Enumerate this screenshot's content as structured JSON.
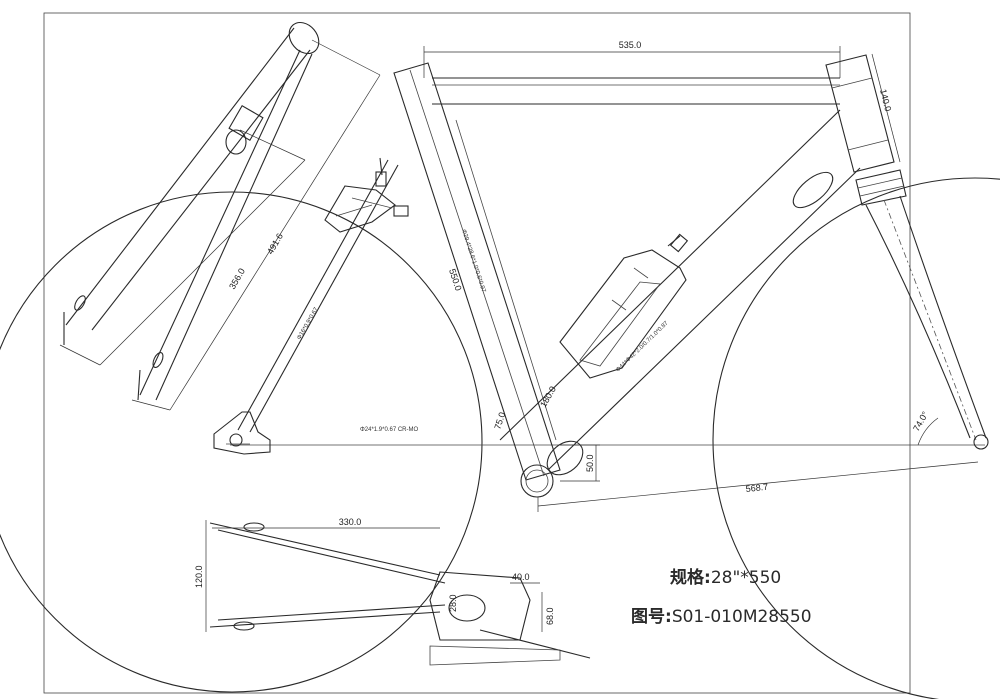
{
  "dimensions": {
    "top_tube": "535.0",
    "head_tube": "140.0",
    "seat_tube": "550.0",
    "reach_horizontal": "568.7",
    "bb_drop": "50.0",
    "bb_height": "75.0",
    "down_tube_lower": "180.0",
    "head_angle": "74.0°",
    "stay_a": "491.6",
    "stay_b": "356.0",
    "chainstay": "330.0",
    "dropout_gap": "120.0",
    "bb_width": "40.0",
    "bb_shell": "68.0",
    "bb_small": "28.0"
  },
  "tube_labels": {
    "seat_tube_spec": "Φ29.4*28.6*1.0*0.6*0.97",
    "down_tube_spec": "Φ44*Φ42*2.0/0.7/1.0*0.87",
    "seat_stay_spec": "Φ16*0.9*0.67",
    "chainstay_spec": "Φ24*1.9*0.67  CR-MO"
  },
  "spec": {
    "size_label": "规格",
    "size_value": "28\"*550",
    "drawing_label": "图号",
    "drawing_value": "S01-010M28550"
  }
}
